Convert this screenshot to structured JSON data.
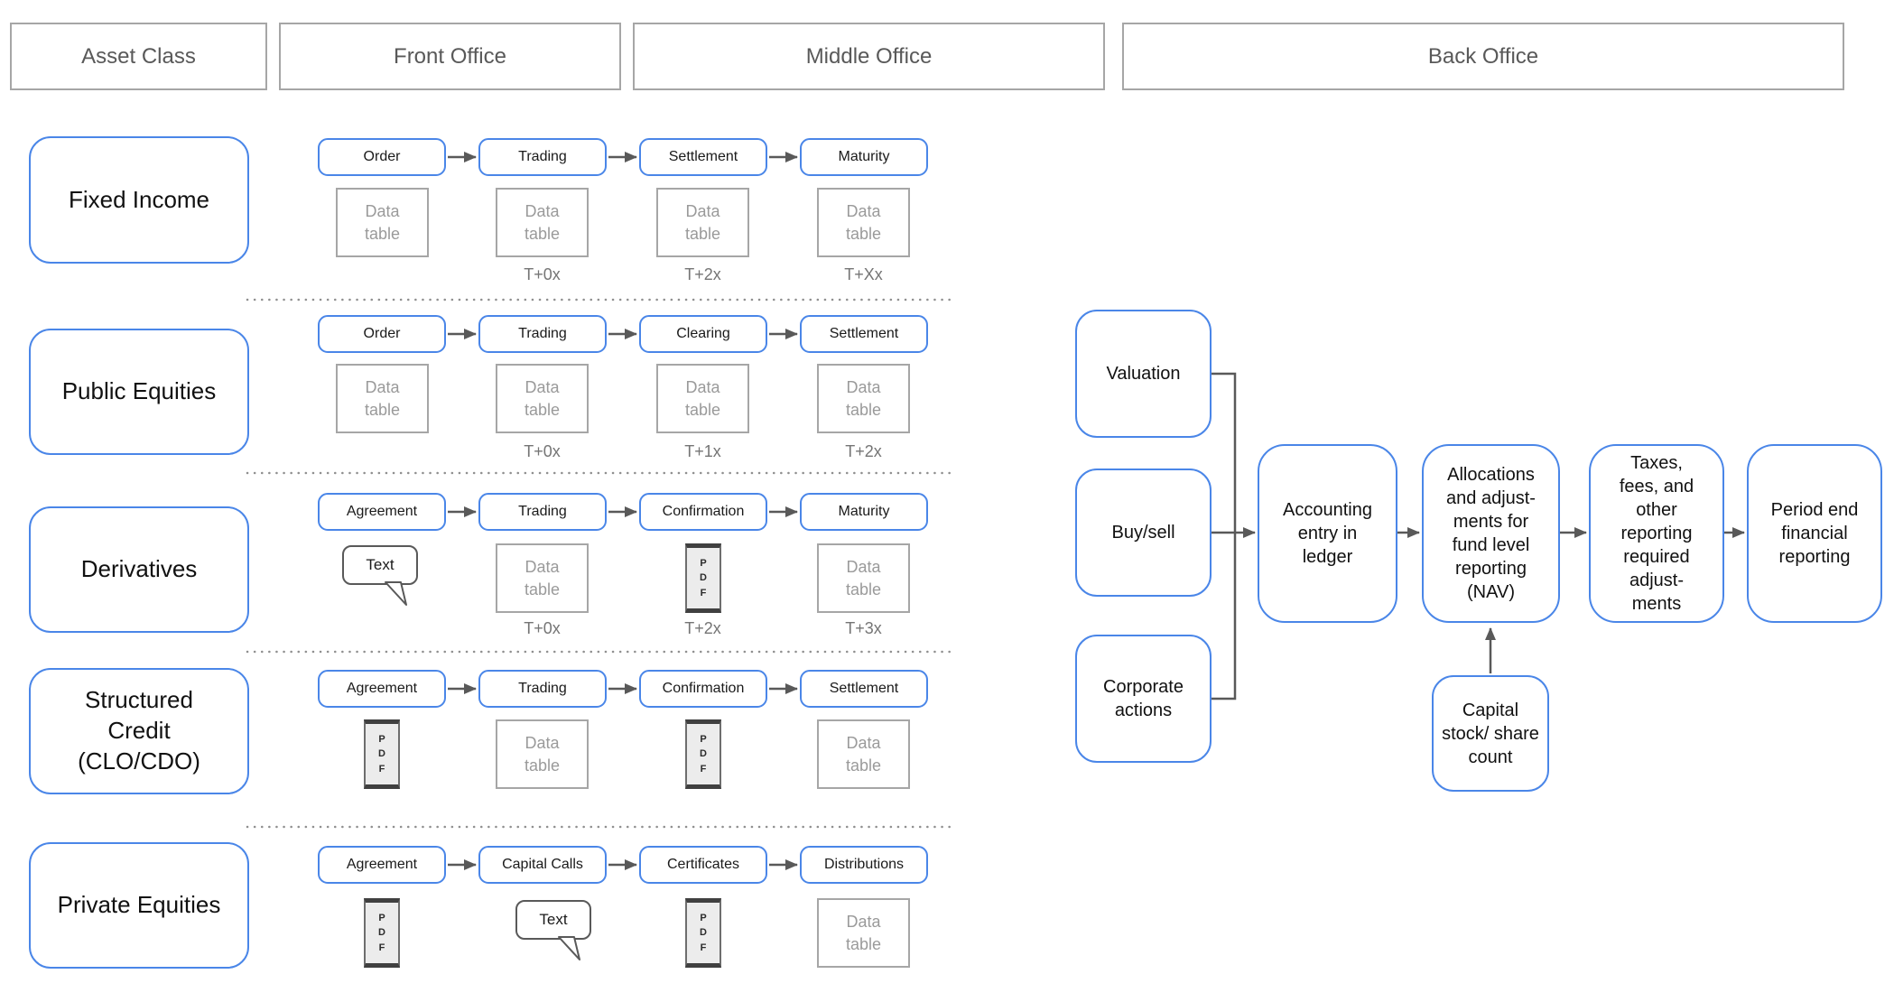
{
  "headers": [
    {
      "label": "Asset Class"
    },
    {
      "label": "Front Office"
    },
    {
      "label": "Middle Office"
    },
    {
      "label": "Back Office"
    }
  ],
  "rows": [
    {
      "asset_class": "Fixed Income",
      "steps": [
        "Order",
        "Trading",
        "Settlement",
        "Maturity"
      ],
      "artifacts": [
        {
          "type": "data-table",
          "label": "Data\ntable"
        },
        {
          "type": "data-table",
          "label": "Data\ntable"
        },
        {
          "type": "data-table",
          "label": "Data\ntable"
        },
        {
          "type": "data-table",
          "label": "Data\ntable"
        }
      ],
      "timings": [
        "T+0x",
        "T+2x",
        "T+Xx"
      ]
    },
    {
      "asset_class": "Public Equities",
      "steps": [
        "Order",
        "Trading",
        "Clearing",
        "Settlement"
      ],
      "artifacts": [
        {
          "type": "data-table",
          "label": "Data\ntable"
        },
        {
          "type": "data-table",
          "label": "Data\ntable"
        },
        {
          "type": "data-table",
          "label": "Data\ntable"
        },
        {
          "type": "data-table",
          "label": "Data\ntable"
        }
      ],
      "timings": [
        "T+0x",
        "T+1x",
        "T+2x"
      ]
    },
    {
      "asset_class": "Derivatives",
      "steps": [
        "Agreement",
        "Trading",
        "Confirmation",
        "Maturity"
      ],
      "artifacts": [
        {
          "type": "text-callout",
          "label": "Text"
        },
        {
          "type": "data-table",
          "label": "Data\ntable"
        },
        {
          "type": "pdf",
          "label": "P\nD\nF"
        },
        {
          "type": "data-table",
          "label": "Data\ntable"
        }
      ],
      "timings": [
        "T+0x",
        "T+2x",
        "T+3x"
      ]
    },
    {
      "asset_class": "Structured\nCredit\n(CLO/CDO)",
      "steps": [
        "Agreement",
        "Trading",
        "Confirmation",
        "Settlement"
      ],
      "artifacts": [
        {
          "type": "pdf",
          "label": "P\nD\nF"
        },
        {
          "type": "data-table",
          "label": "Data\ntable"
        },
        {
          "type": "pdf",
          "label": "P\nD\nF"
        },
        {
          "type": "data-table",
          "label": "Data\ntable"
        }
      ],
      "timings": []
    },
    {
      "asset_class": "Private Equities",
      "steps": [
        "Agreement",
        "Capital Calls",
        "Certificates",
        "Distributions"
      ],
      "artifacts": [
        {
          "type": "pdf",
          "label": "P\nD\nF"
        },
        {
          "type": "text-callout",
          "label": "Text"
        },
        {
          "type": "pdf",
          "label": "P\nD\nF"
        },
        {
          "type": "data-table",
          "label": "Data\ntable"
        }
      ],
      "timings": []
    }
  ],
  "back_office": {
    "inputs": [
      "Valuation",
      "Buy/sell",
      "Corporate\nactions"
    ],
    "pipeline": [
      "Accounting\nentry in\nledger",
      "Allocations\nand adjust-\nments for\nfund level\nreporting\n(NAV)",
      "Taxes,\nfees, and\nother\nreporting\nrequired\nadjust-\nments",
      "Period end\nfinancial\nreporting"
    ],
    "side_input": "Capital\nstock/ share\ncount"
  },
  "colors": {
    "node_blue": "#4a86e8",
    "connector_gray": "#595959",
    "border_gray": "#a6a6a6",
    "muted_text": "#9a9a9a"
  }
}
